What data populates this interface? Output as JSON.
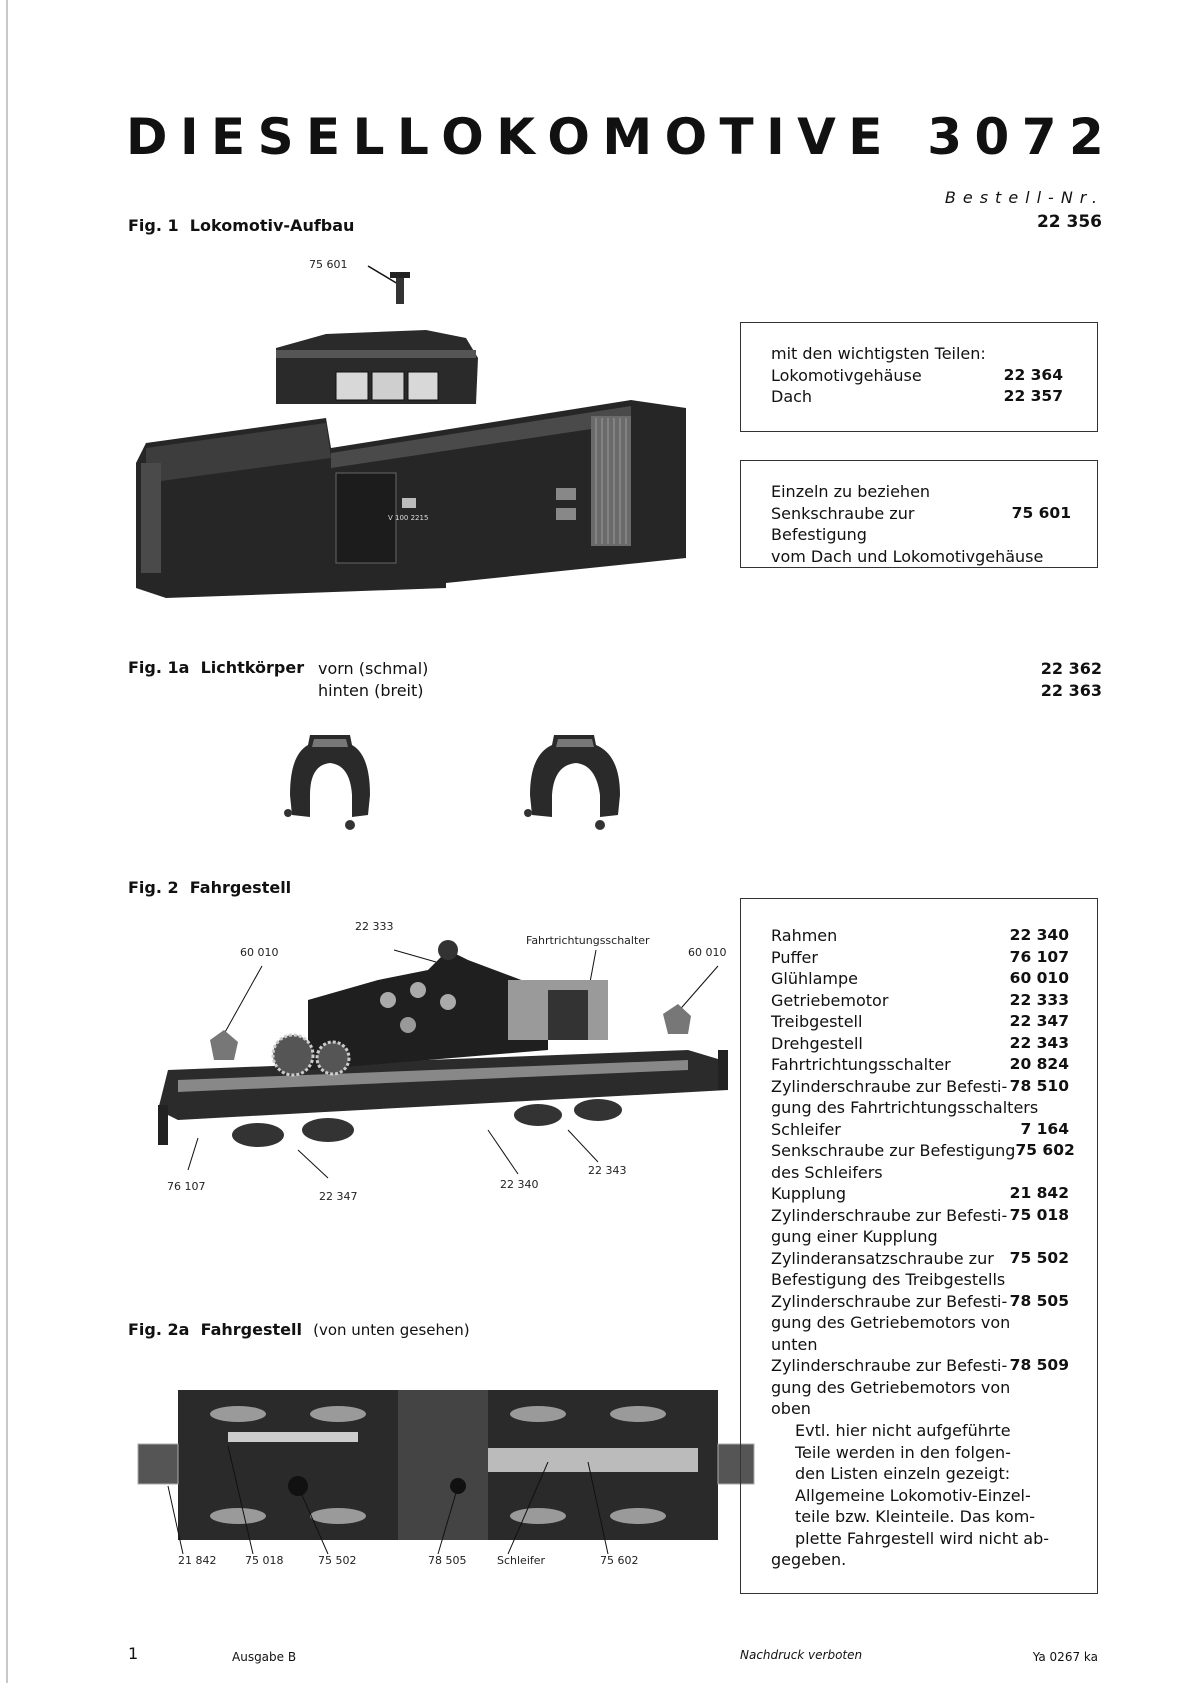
{
  "title": "DIESELLOKOMOTIVE 3072",
  "bestell_label": "Bestell-Nr.",
  "bestell_number": "22 356",
  "fig1": {
    "label": "Fig. 1",
    "title": "Lokomotiv-Aufbau",
    "screw_callout": "75 601",
    "loco_number_plate": "V 100 2215",
    "box1": {
      "intro": "mit den wichtigsten Teilen:",
      "items": [
        {
          "name": "Lokomotivgehäuse",
          "number": "22 364"
        },
        {
          "name": "Dach",
          "number": "22 357"
        }
      ]
    },
    "box2": {
      "line1": "Einzeln zu beziehen",
      "line2": "Senkschraube zur Befestigung",
      "number": "75 601",
      "line3": "vom Dach und Lokomotivgehäuse"
    }
  },
  "fig1a": {
    "label": "Fig. 1a",
    "title": "Lichtkörper",
    "front": "vorn (schmal)",
    "back": "hinten (breit)",
    "front_number": "22 362",
    "back_number": "22 363"
  },
  "fig2": {
    "label": "Fig. 2",
    "title": "Fahrgestell",
    "callouts": {
      "motor": "22 333",
      "lamp_left": "60 010",
      "switch": "Fahrtrichtungsschalter",
      "lamp_right": "60 010",
      "buffer": "76 107",
      "bogie_drive": "22 347",
      "frame": "22 340",
      "bogie": "22 343"
    }
  },
  "fig2a": {
    "label": "Fig. 2a",
    "title": "Fahrgestell",
    "subtitle": "(von unten gesehen)",
    "callouts": {
      "c1": "21 842",
      "c2": "75 018",
      "c3": "75 502",
      "c4": "78 505",
      "c5": "Schleifer",
      "c6": "75 602"
    }
  },
  "parts_list": [
    {
      "lines": [
        "Rahmen"
      ],
      "number": "22 340"
    },
    {
      "lines": [
        "Puffer"
      ],
      "number": "76 107"
    },
    {
      "lines": [
        "Glühlampe"
      ],
      "number": "60 010"
    },
    {
      "lines": [
        "Getriebemotor"
      ],
      "number": "22 333"
    },
    {
      "lines": [
        "Treibgestell"
      ],
      "number": "22 347"
    },
    {
      "lines": [
        "Drehgestell"
      ],
      "number": "22 343"
    },
    {
      "lines": [
        "Fahrtrichtungsschalter"
      ],
      "number": "20 824"
    },
    {
      "lines": [
        "Zylinderschraube zur Befesti-",
        "gung des Fahrtrichtungsschalters"
      ],
      "number": "78 510"
    },
    {
      "lines": [
        "Schleifer"
      ],
      "number": "7 164"
    },
    {
      "lines": [
        "Senkschraube zur Befestigung",
        "des Schleifers"
      ],
      "number": "75 602"
    },
    {
      "lines": [
        "Kupplung"
      ],
      "number": "21 842"
    },
    {
      "lines": [
        "Zylinderschraube zur Befesti-",
        "gung einer Kupplung"
      ],
      "number": "75 018"
    },
    {
      "lines": [
        "Zylinderansatzschraube zur",
        "Befestigung des Treibgestells"
      ],
      "number": "75 502"
    },
    {
      "lines": [
        "Zylinderschraube zur Befesti-",
        "gung des Getriebemotors von",
        "unten"
      ],
      "number": "78 505"
    },
    {
      "lines": [
        "Zylinderschraube zur Befesti-",
        "gung des Getriebemotors von",
        "oben"
      ],
      "number": "78 509"
    }
  ],
  "note_lines": [
    "Evtl. hier nicht aufgeführte",
    "Teile werden in den folgen-",
    "den Listen einzeln gezeigt:",
    "Allgemeine Lokomotiv-Einzel-",
    "teile bzw. Kleinteile. Das kom-",
    "plette Fahrgestell wird nicht ab-",
    "gegeben."
  ],
  "footer": {
    "page": "1",
    "edition": "Ausgabe B",
    "notice": "Nachdruck verboten",
    "code": "Ya 0267 ka"
  }
}
